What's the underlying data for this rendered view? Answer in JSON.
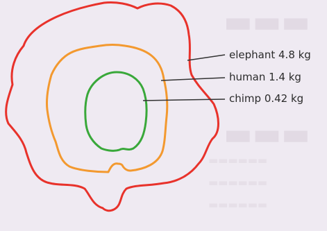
{
  "figure": {
    "outlines": [
      {
        "id": "elephant",
        "label": "elephant 4.8 kg",
        "color": "#e8322b"
      },
      {
        "id": "human",
        "label": "human 1.4 kg",
        "color": "#f3992f"
      },
      {
        "id": "chimp",
        "label": "chimp 0.42 kg",
        "color": "#39a83a"
      }
    ],
    "leader_color": "#333333"
  }
}
